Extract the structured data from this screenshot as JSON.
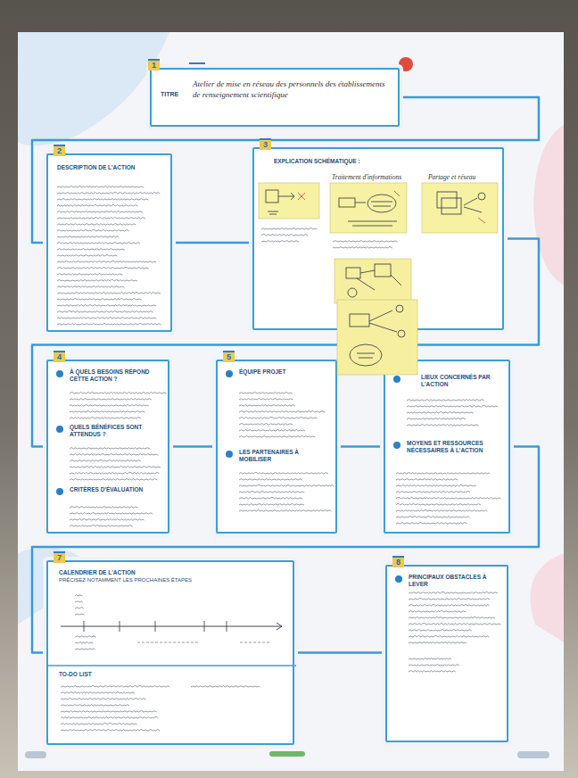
{
  "diagram": {
    "nodes": [
      {
        "text": [
          "1",
          "TITRE",
          "Atelier de mise en réseau des personnels des établissements de renseignement scientifique"
        ]
      },
      {
        "text": [
          "2",
          "DESCRIPTION DE L'ACTION"
        ]
      },
      {
        "text": [
          "3",
          "EXPLICATION SCHÉMATIQUE :"
        ]
      },
      {
        "text": [
          "4",
          "À QUELS BESOINS RÉPOND CETTE ACTION ?",
          "QUELS BÉNÉFICES SONT ATTENDUS ?",
          "CRITÈRES D'ÉVALUATION"
        ]
      },
      {
        "text": [
          "5",
          "ÉQUIPE PROJET",
          "LES PARTENAIRES À MOBILISER"
        ]
      },
      {
        "text": [
          "LIEUX CONCERNÉS PAR L'ACTION",
          "MOYENS ET RESSOURCES NÉCESSAIRES À L'ACTION"
        ]
      },
      {
        "text": [
          "7",
          "CALENDRIER DE L'ACTION",
          "PRÉCISEZ NOTAMMENT LES PROCHAINES ÉTAPES",
          "TO-DO LIST"
        ]
      },
      {
        "text": [
          "8",
          "PRINCIPAUX OBSTACLES À LEVER"
        ]
      }
    ],
    "edges": [
      {
        "from": 0,
        "to": 1,
        "arrow": "none"
      },
      {
        "from": 1,
        "to": 2,
        "arrow": "none"
      },
      {
        "from": 2,
        "to": 3,
        "arrow": "none"
      },
      {
        "from": 3,
        "to": 4,
        "arrow": "none"
      },
      {
        "from": 4,
        "to": 5,
        "arrow": "none"
      },
      {
        "from": 5,
        "to": 6,
        "arrow": "none"
      },
      {
        "from": 6,
        "to": 7,
        "arrow": "none"
      }
    ],
    "labels": [
      "Traitement d'informations",
      "Partage et réseau"
    ]
  }
}
